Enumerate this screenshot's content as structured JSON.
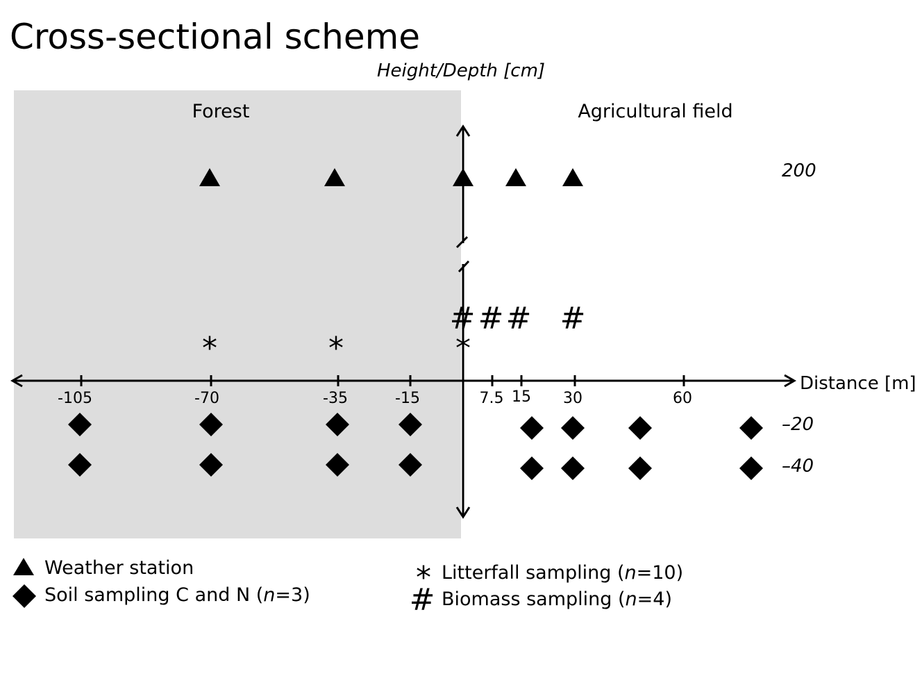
{
  "title": "Cross-sectional scheme",
  "vertical_axis_label": "Height/Depth [cm]",
  "zones": {
    "left": "Forest",
    "right": "Agricultural field"
  },
  "horizontal_axis_label": "Distance [m]",
  "height_labels": {
    "top": "200",
    "depth1": "–20",
    "depth2": "–40"
  },
  "distance_ticks": [
    "-105",
    "-70",
    "-35",
    "-15",
    "7.5",
    "15",
    "30",
    "60"
  ],
  "markers": {
    "hash": "#",
    "star": "*"
  },
  "legend": {
    "weather": "Weather station",
    "soil_prefix": "Soil sampling C and N (",
    "soil_n": "n",
    "soil_suffix": "=3)",
    "litter_prefix": "Litterfall sampling (",
    "litter_n": "n",
    "litter_suffix": "=10)",
    "biomass_prefix": "Biomass sampling (",
    "biomass_n": "n",
    "biomass_suffix": "=4)"
  },
  "colors": {
    "forest_bg": "#dddddd",
    "ink": "#000000"
  }
}
